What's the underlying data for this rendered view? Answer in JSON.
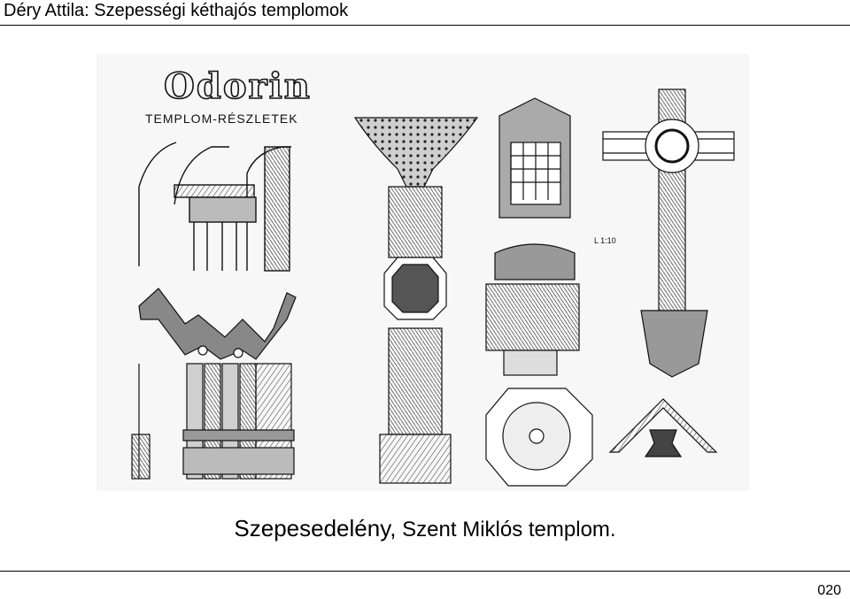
{
  "header": {
    "title": "Déry Attila: Szepességi kéthajós templomok"
  },
  "plate": {
    "drawn_title": "Odorin",
    "drawn_subtitle": "TEMPLOM-RÉSZLETEK",
    "scale_mark": "L 1:10"
  },
  "caption": {
    "place": "Szepesedelény,",
    "text": "Szent Miklós templom."
  },
  "footer": {
    "page_number": "020"
  }
}
